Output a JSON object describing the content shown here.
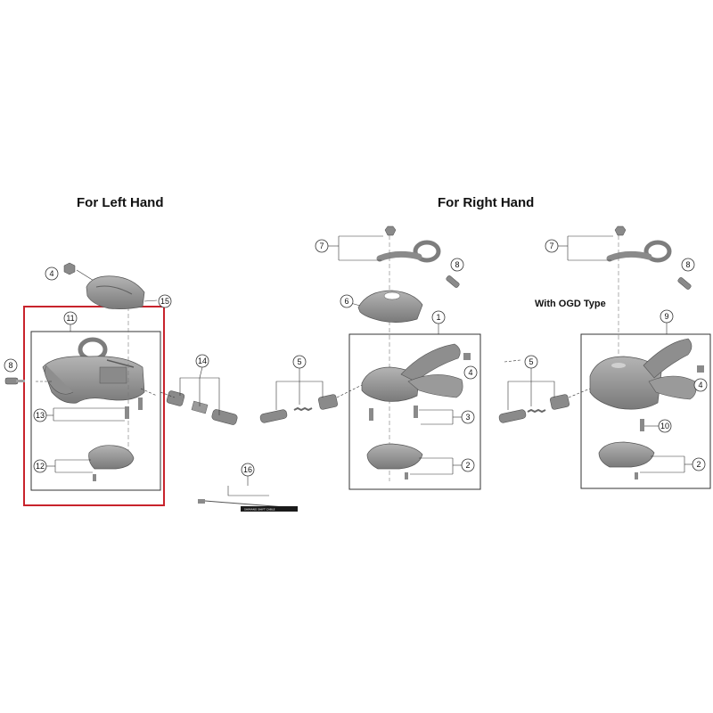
{
  "headings": {
    "left": "For Left Hand",
    "right": "For Right Hand",
    "ogd": "With OGD Type"
  },
  "callouts": {
    "left": {
      "c4": "4",
      "c15": "15",
      "c11": "11",
      "c8": "8",
      "c13": "13",
      "c12": "12",
      "c14": "14"
    },
    "center": {
      "c16": "16",
      "c5": "5",
      "c7": "7",
      "c8": "8",
      "c6": "6",
      "c1": "1",
      "c4": "4",
      "c3": "3",
      "c2": "2"
    },
    "right": {
      "c5": "5",
      "c7": "7",
      "c8": "8",
      "c9": "9",
      "c4": "4",
      "c10": "10",
      "c2": "2"
    }
  },
  "colors": {
    "highlight": "#c8232c",
    "part_fill": "#9c9c9c",
    "part_dark": "#6f6f6f",
    "line": "#333333"
  }
}
